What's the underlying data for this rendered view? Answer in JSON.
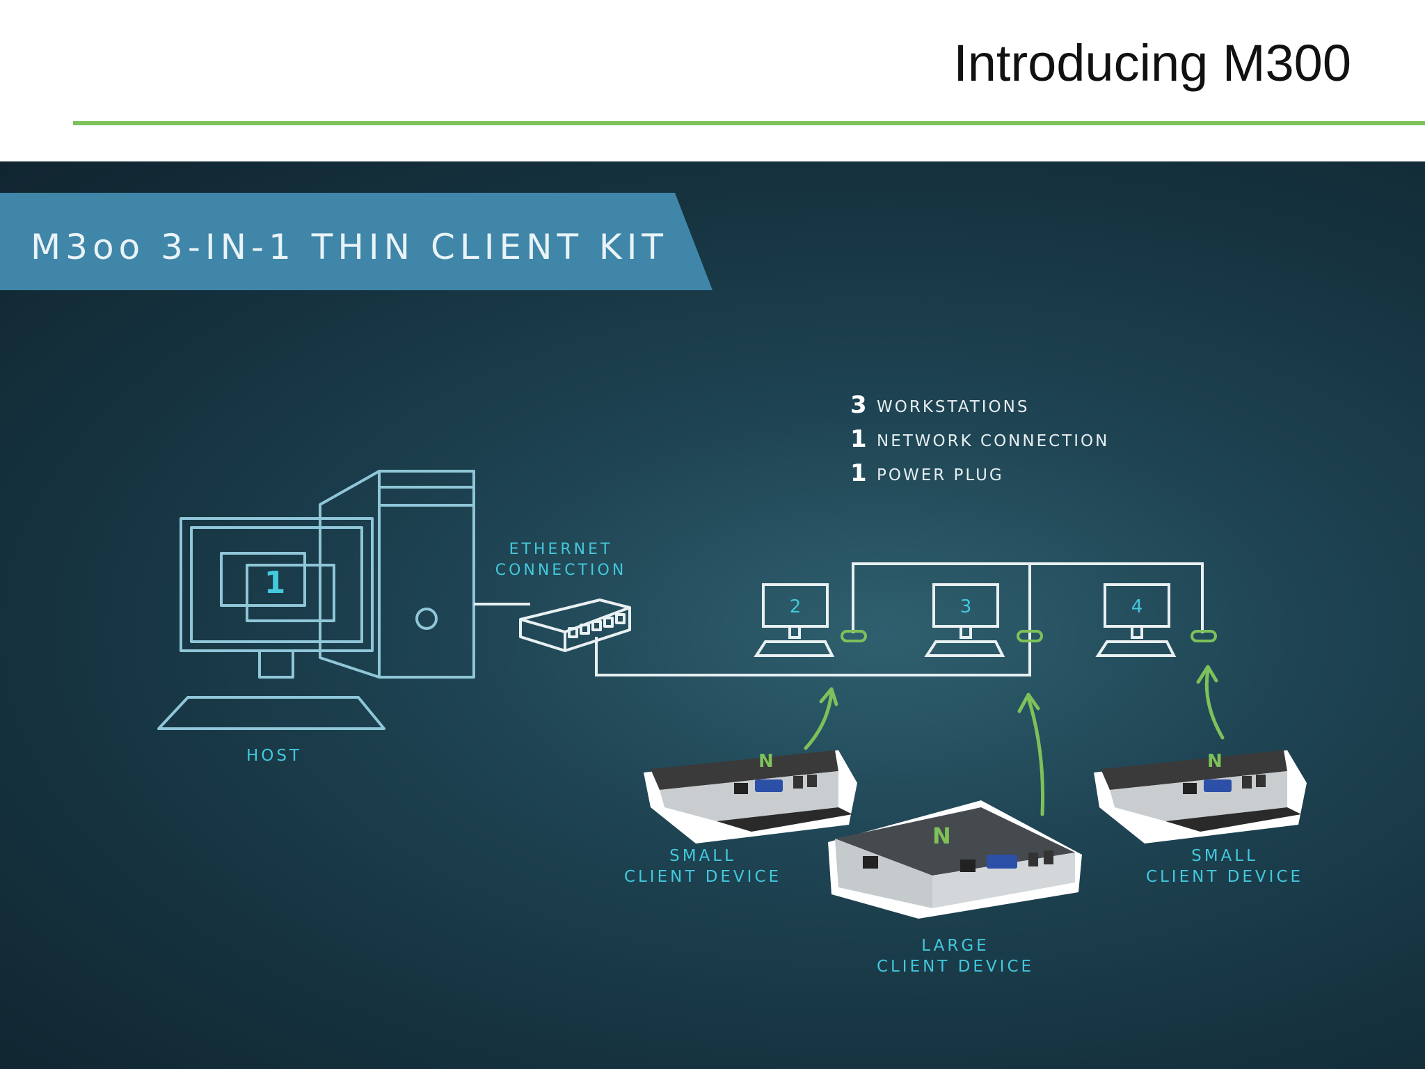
{
  "slide_title": "Introducing M300",
  "banner": {
    "text": "M3oo 3-IN-1 THIN CLIENT KIT"
  },
  "summary": [
    {
      "count": "3",
      "text": "WORKSTATIONS"
    },
    {
      "count": "1",
      "text": "NETWORK CONNECTION"
    },
    {
      "count": "1",
      "text": "POWER PLUG"
    }
  ],
  "host": {
    "screen_number": "1",
    "label": "HOST"
  },
  "ethernet": {
    "label_line1": "ETHERNET",
    "label_line2": "CONNECTION"
  },
  "workstations": [
    {
      "number": "2"
    },
    {
      "number": "3"
    },
    {
      "number": "4"
    }
  ],
  "devices": {
    "small_left": {
      "line1": "SMALL",
      "line2": "CLIENT DEVICE"
    },
    "large": {
      "line1": "LARGE",
      "line2": "CLIENT DEVICE"
    },
    "small_right": {
      "line1": "SMALL",
      "line2": "CLIENT DEVICE"
    }
  },
  "colors": {
    "accent_green": "#7ec15b",
    "banner_blue": "#3f86a8",
    "label_cyan": "#43c8dc",
    "chalk_blue": "#8fc6d8",
    "chalk_white": "#e8f0f2"
  }
}
